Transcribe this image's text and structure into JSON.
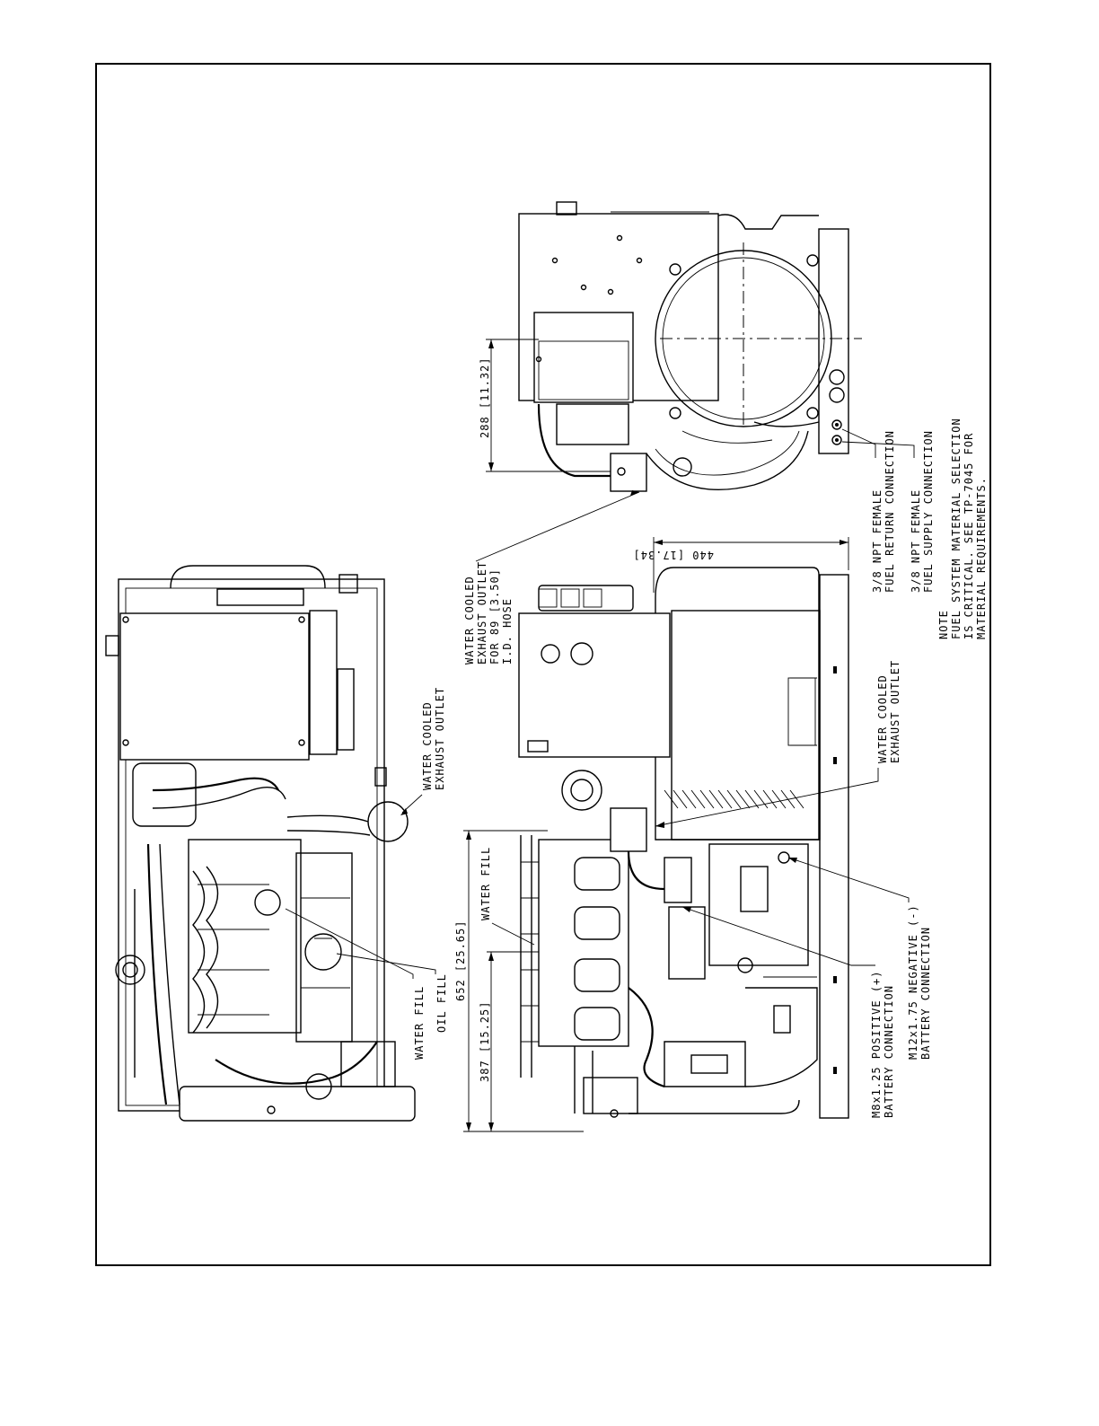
{
  "labels": {
    "left_water_cooled_exhaust": [
      "WATER COOLED",
      "EXHAUST OUTLET"
    ],
    "left_water_fill": "WATER FILL",
    "left_oil_fill": "OIL FILL",
    "dim_652": "652 [25.65]",
    "dim_387": "387 [15.25]",
    "center_water_fill": "WATER FILL",
    "top_exhaust_outlet": [
      "WATER COOLED",
      "EXHAUST OUTLET",
      "FOR 89 [3.50]",
      "I.D. HOSE"
    ],
    "dim_288": "288 [11.32]",
    "dim_440": "440 [17.34]",
    "center_water_cooled_exhaust": [
      "WATER COOLED",
      "EXHAUST OUTLET"
    ],
    "positive_battery": [
      "M8x1.25 POSITIVE (+)",
      "BATTERY CONNECTION"
    ],
    "negative_battery": [
      "M12x1.75 NEGATIVE (-)",
      "BATTERY CONNECTION"
    ],
    "fuel_return": [
      "3/8 NPT FEMALE",
      "FUEL RETURN CONNECTION"
    ],
    "fuel_supply": [
      "3/8 NPT FEMALE",
      "FUEL SUPPLY CONNECTION"
    ],
    "note": [
      "NOTE",
      "FUEL SYSTEM MATERIAL SELECTION",
      "IS CRITICAL. SEE TP-7045 FOR",
      "MATERIAL REQUIREMENTS."
    ]
  }
}
